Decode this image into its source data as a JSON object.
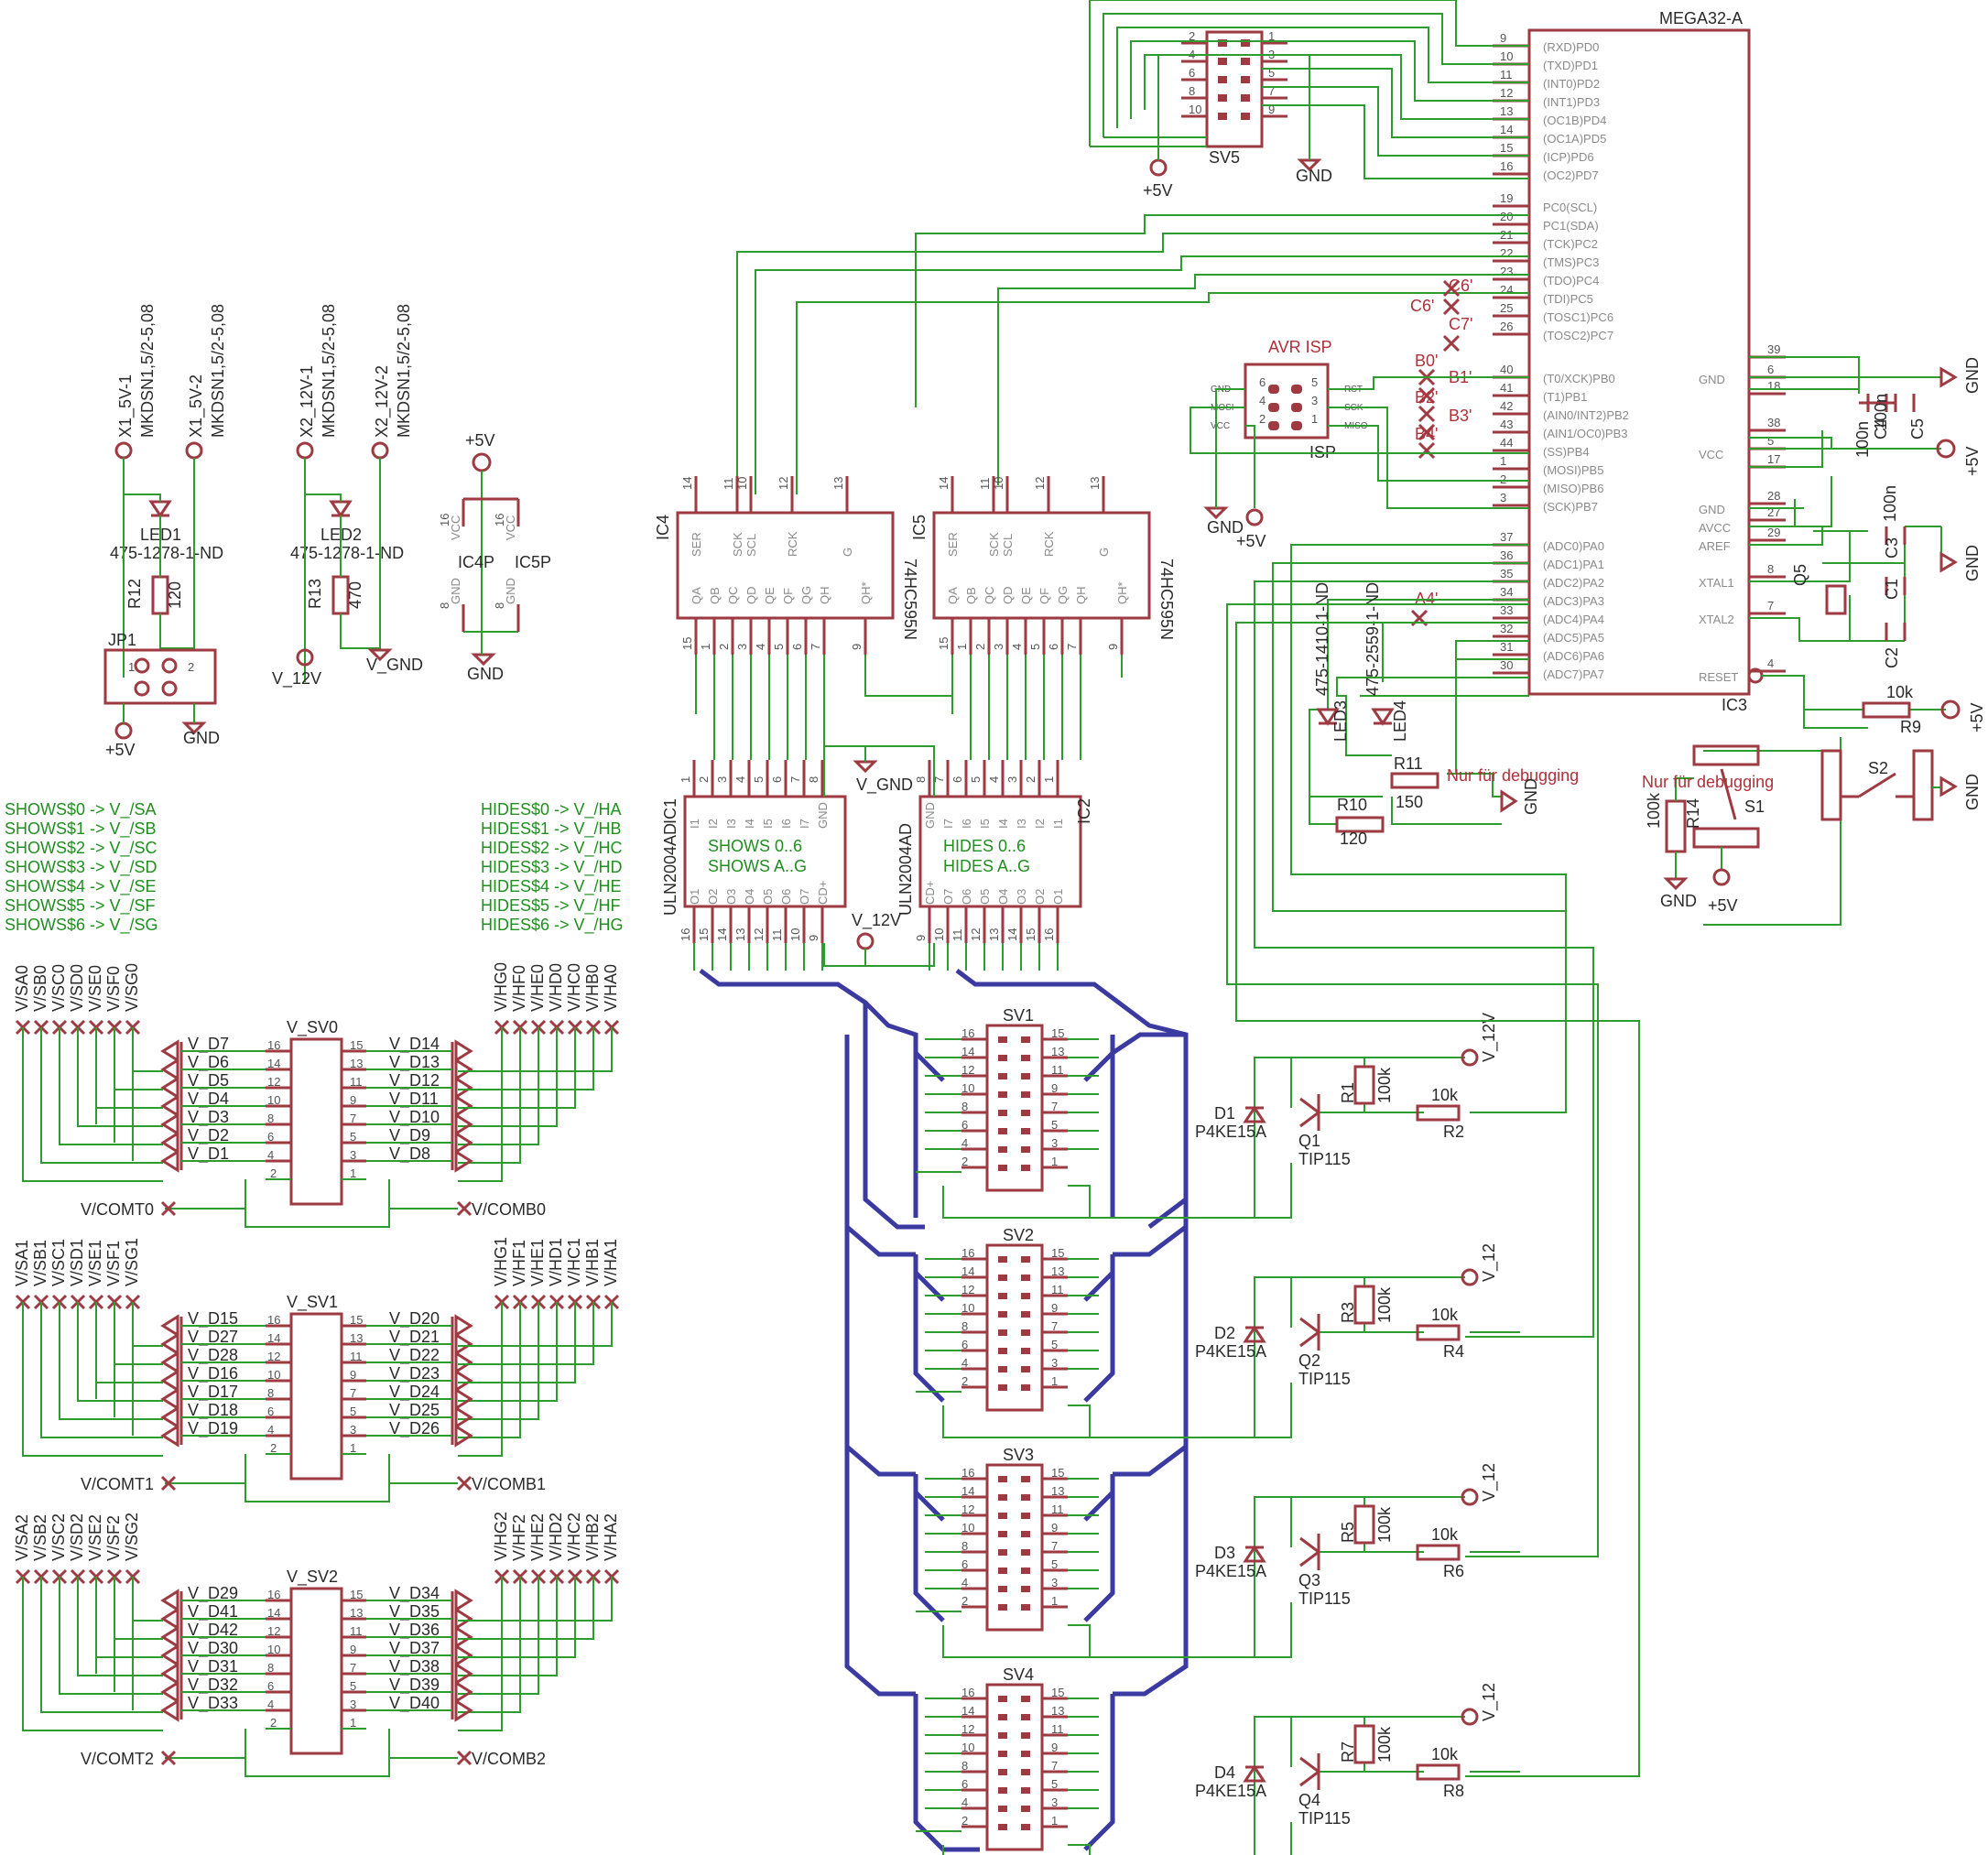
{
  "mcu": {
    "name": "MEGA32-A",
    "ref": "IC3",
    "pins_top": [
      {
        "n": "9",
        "t": "(RXD)PD0"
      },
      {
        "n": "10",
        "t": "(TXD)PD1"
      },
      {
        "n": "11",
        "t": "(INT0)PD2"
      },
      {
        "n": "12",
        "t": "(INT1)PD3"
      },
      {
        "n": "13",
        "t": "(OC1B)PD4"
      },
      {
        "n": "14",
        "t": "(OC1A)PD5"
      },
      {
        "n": "15",
        "t": "(ICP)PD6"
      },
      {
        "n": "16",
        "t": "(OC2)PD7"
      },
      {
        "n": "19",
        "t": "PC0(SCL)"
      },
      {
        "n": "20",
        "t": "PC1(SDA)"
      },
      {
        "n": "21",
        "t": "(TCK)PC2"
      },
      {
        "n": "22",
        "t": "(TMS)PC3"
      },
      {
        "n": "23",
        "t": "(TDO)PC4"
      },
      {
        "n": "24",
        "t": "(TDI)PC5"
      },
      {
        "n": "25",
        "t": "(TOSC1)PC6"
      },
      {
        "n": "26",
        "t": "(TOSC2)PC7"
      },
      {
        "n": "40",
        "t": "(T0/XCK)PB0"
      },
      {
        "n": "41",
        "t": "(T1)PB1"
      },
      {
        "n": "42",
        "t": "(AIN0/INT2)PB2"
      },
      {
        "n": "43",
        "t": "(AIN1/OC0)PB3"
      },
      {
        "n": "44",
        "t": "(SS)PB4"
      },
      {
        "n": "1",
        "t": "(MOSI)PB5"
      },
      {
        "n": "2",
        "t": "(MISO)PB6"
      },
      {
        "n": "3",
        "t": "(SCK)PB7"
      },
      {
        "n": "37",
        "t": "(ADC0)PA0"
      },
      {
        "n": "36",
        "t": "(ADC1)PA1"
      },
      {
        "n": "35",
        "t": "(ADC2)PA2"
      },
      {
        "n": "34",
        "t": "(ADC3)PA3"
      },
      {
        "n": "33",
        "t": "(ADC4)PA4"
      },
      {
        "n": "32",
        "t": "(ADC5)PA5"
      },
      {
        "n": "31",
        "t": "(ADC6)PA6"
      },
      {
        "n": "30",
        "t": "(ADC7)PA7"
      }
    ],
    "right_labels": [
      "GND",
      "VCC",
      "GND",
      "AVCC",
      "AREF",
      "XTAL1",
      "XTAL2",
      "RESET"
    ],
    "right_pins": [
      "39",
      "6",
      "18",
      "38",
      "5",
      "17",
      "28",
      "27",
      "29",
      "8",
      "7",
      "4"
    ]
  },
  "sv5": {
    "ref": "SV5",
    "left": [
      "2",
      "4",
      "6",
      "8",
      "10"
    ],
    "right": [
      "1",
      "3",
      "5",
      "7",
      "9"
    ],
    "pwr": "+5V",
    "gnd": "GND"
  },
  "isp": {
    "title": "AVR ISP",
    "ref": "ISP",
    "pins_l": [
      "6",
      "4",
      "2"
    ],
    "pins_r": [
      "5",
      "3",
      "1"
    ],
    "sig_l": [
      "GND",
      "MOSI",
      "VCC"
    ],
    "sig_r": [
      "RST",
      "SCK",
      "MISO"
    ],
    "gnd": "GND",
    "pwr": "+5V"
  },
  "nc_marks": [
    "C6'",
    "C6'",
    "C7'",
    "B0'",
    "B1'",
    "B2'",
    "B3'",
    "B4'",
    "A4'"
  ],
  "shift": [
    {
      "ref": "IC4",
      "part": "74HC595N",
      "top": [
        "14",
        "11",
        "10",
        "12",
        "13"
      ],
      "topl": [
        "SER",
        "SCK",
        "SCL",
        "RCK",
        "G"
      ],
      "bot": [
        "15",
        "1",
        "2",
        "3",
        "4",
        "5",
        "6",
        "7",
        "9"
      ],
      "botl": [
        "QA",
        "QB",
        "QC",
        "QD",
        "QE",
        "QF",
        "QG",
        "QH",
        "QH*"
      ]
    },
    {
      "ref": "IC5",
      "part": "74HC595N",
      "top": [
        "14",
        "11",
        "10",
        "12",
        "13"
      ],
      "topl": [
        "SER",
        "SCK",
        "SCL",
        "RCK",
        "G"
      ],
      "bot": [
        "15",
        "1",
        "2",
        "3",
        "4",
        "5",
        "6",
        "7",
        "9"
      ],
      "botl": [
        "QA",
        "QB",
        "QC",
        "QD",
        "QE",
        "QF",
        "QG",
        "QH",
        "QH*"
      ]
    }
  ],
  "drivers": [
    {
      "ref": "IC1",
      "part": "ULN2004AD",
      "l1": "SHOWS 0..6",
      "l2": "SHOWS A..G",
      "top": [
        "1",
        "2",
        "3",
        "4",
        "5",
        "6",
        "7",
        "8"
      ],
      "bot": [
        "16",
        "15",
        "14",
        "13",
        "12",
        "11",
        "10",
        "9"
      ],
      "inl": [
        "I1",
        "I2",
        "I3",
        "I4",
        "I5",
        "I6",
        "I7",
        "GND"
      ],
      "outl": [
        "O1",
        "O2",
        "O3",
        "O4",
        "O5",
        "O6",
        "O7",
        "CD+"
      ]
    },
    {
      "ref": "IC2",
      "part": "ULN2004AD",
      "l1": "HIDES 0..6",
      "l2": "HIDES A..G",
      "top": [
        "8",
        "7",
        "6",
        "5",
        "4",
        "3",
        "2",
        "1"
      ],
      "bot": [
        "9",
        "10",
        "11",
        "12",
        "13",
        "14",
        "15",
        "16"
      ],
      "inl": [
        "GND",
        "I7",
        "I6",
        "I5",
        "I4",
        "I3",
        "I2",
        "I1"
      ],
      "outl": [
        "CD+",
        "O7",
        "O6",
        "O5",
        "O4",
        "O3",
        "O2",
        "O1"
      ]
    }
  ],
  "supply": {
    "vgnd": "V_GND",
    "v12": "V_12V"
  },
  "power_pp": {
    "ic4p": "IC4P",
    "ic5p": "IC5P",
    "vcc": "VCC",
    "gnd": "GND",
    "p16": "16",
    "p8": "8",
    "pwr": "+5V"
  },
  "connectors_left": [
    {
      "name": "X1_5V-1",
      "part": "MKDSN1,5/2-5,08"
    },
    {
      "name": "X1_5V-2",
      "part": "MKDSN1,5/2-5,08"
    },
    {
      "name": "X2_12V-1",
      "part": "MKDSN1,5/2-5,08"
    },
    {
      "name": "X2_12V-2",
      "part": "MKDSN1,5/2-5,08"
    }
  ],
  "leds_left": [
    {
      "ref": "LED1",
      "part": "475-1278-1-ND",
      "r": "R12",
      "rv": "120"
    },
    {
      "ref": "LED2",
      "part": "475-1278-1-ND",
      "r": "R13",
      "rv": "470"
    }
  ],
  "jp1": {
    "ref": "JP1",
    "pins": [
      "1",
      "2"
    ],
    "pwr": "+5V",
    "gnd": "GND",
    "v12": "V_12V",
    "vgnd": "V_GND"
  },
  "mapping_shows": [
    "SHOWS$0 -> V_/SA",
    "SHOWS$1 -> V_/SB",
    "SHOWS$2 -> V_/SC",
    "SHOWS$3 -> V_/SD",
    "SHOWS$4 -> V_/SE",
    "SHOWS$5 -> V_/SF",
    "SHOWS$6 -> V_/SG"
  ],
  "mapping_hides": [
    "HIDES$0 -> V_/HA",
    "HIDES$1 -> V_/HB",
    "HIDES$2 -> V_/HC",
    "HIDES$3 -> V_/HD",
    "HIDES$4 -> V_/HE",
    "HIDES$5 -> V_/HF",
    "HIDES$6 -> V_/HG"
  ],
  "vsv": [
    {
      "name": "V_SV0",
      "topl": [
        "V/SA0",
        "V/SB0",
        "V/SC0",
        "V/SD0",
        "V/SE0",
        "V/SF0",
        "V/SG0"
      ],
      "topr": [
        "V/HG0",
        "V/HF0",
        "V/HE0",
        "V/HD0",
        "V/HC0",
        "V/HB0",
        "V/HA0"
      ],
      "ld": [
        "V_D7",
        "V_D6",
        "V_D5",
        "V_D4",
        "V_D3",
        "V_D2",
        "V_D1"
      ],
      "rd": [
        "V_D14",
        "V_D13",
        "V_D12",
        "V_D11",
        "V_D10",
        "V_D9",
        "V_D8"
      ],
      "com_l": "V/COMT0",
      "com_r": "V/COMB0"
    },
    {
      "name": "V_SV1",
      "topl": [
        "V/SA1",
        "V/SB1",
        "V/SC1",
        "V/SD1",
        "V/SE1",
        "V/SF1",
        "V/SG1"
      ],
      "topr": [
        "V/HG1",
        "V/HF1",
        "V/HE1",
        "V/HD1",
        "V/HC1",
        "V/HB1",
        "V/HA1"
      ],
      "ld": [
        "V_D15",
        "V_D27",
        "V_D28",
        "V_D16",
        "V_D17",
        "V_D18",
        "V_D19"
      ],
      "rd": [
        "V_D20",
        "V_D21",
        "V_D22",
        "V_D23",
        "V_D24",
        "V_D25",
        "V_D26"
      ],
      "com_l": "V/COMT1",
      "com_r": "V/COMB1"
    },
    {
      "name": "V_SV2",
      "topl": [
        "V/SA2",
        "V/SB2",
        "V/SC2",
        "V/SD2",
        "V/SE2",
        "V/SF2",
        "V/SG2"
      ],
      "topr": [
        "V/HG2",
        "V/HF2",
        "V/HE2",
        "V/HD2",
        "V/HC2",
        "V/HB2",
        "V/HA2"
      ],
      "ld": [
        "V_D29",
        "V_D41",
        "V_D42",
        "V_D30",
        "V_D31",
        "V_D32",
        "V_D33"
      ],
      "rd": [
        "V_D34",
        "V_D35",
        "V_D36",
        "V_D37",
        "V_D38",
        "V_D39",
        "V_D40"
      ],
      "com_l": "V/COMT2",
      "com_r": "V/COMB2"
    }
  ],
  "hdr_pins_l": [
    "16",
    "14",
    "12",
    "10",
    "8",
    "6",
    "4",
    "2"
  ],
  "hdr_pins_r": [
    "15",
    "13",
    "11",
    "9",
    "7",
    "5",
    "3",
    "1"
  ],
  "sv_headers": [
    "SV1",
    "SV2",
    "SV3",
    "SV4"
  ],
  "drives": [
    {
      "d": "D1",
      "dp": "P4KE15A",
      "q": "Q1",
      "qp": "TIP115",
      "r1": "R1",
      "r1v": "100k",
      "r2": "R2",
      "r2v": "10k",
      "v": "V_12V"
    },
    {
      "d": "D2",
      "dp": "P4KE15A",
      "q": "Q2",
      "qp": "TIP115",
      "r1": "R3",
      "r1v": "100k",
      "r2": "R4",
      "r2v": "10k",
      "v": "V_12"
    },
    {
      "d": "D3",
      "dp": "P4KE15A",
      "q": "Q3",
      "qp": "TIP115",
      "r1": "R5",
      "r1v": "100k",
      "r2": "R6",
      "r2v": "10k",
      "v": "V_12"
    },
    {
      "d": "D4",
      "dp": "P4KE15A",
      "q": "Q4",
      "qp": "TIP115",
      "r1": "R7",
      "r1v": "100k",
      "r2": "R8",
      "r2v": "10k",
      "v": "V_12"
    }
  ],
  "debug": {
    "led3": "LED3",
    "led3p": "475-1410-1-ND",
    "led4": "LED4",
    "led4p": "475-2559-1-ND",
    "r10": "R10",
    "r10v": "120",
    "r11": "R11",
    "r11v": "150",
    "note1": "Nur für debugging",
    "note2": "Nur für debugging",
    "gnd": "GND"
  },
  "reset": {
    "r9": "R9",
    "r9v": "10k",
    "s1": "S1",
    "s2": "S2",
    "r14": "R14",
    "r14v": "100k",
    "gnd": "GND",
    "pwr": "+5V",
    "pwr2": "+5V",
    "gnd2": "GND"
  },
  "xtal": {
    "q": "Q5",
    "c1": "C1",
    "c2": "C2",
    "c3": "C3",
    "c4": "C4",
    "c5": "C5",
    "c3v": "100n",
    "c4v": "100n",
    "c5v": "100n",
    "gnd": "GND",
    "gnd2": "GND",
    "pwr": "+5V"
  }
}
